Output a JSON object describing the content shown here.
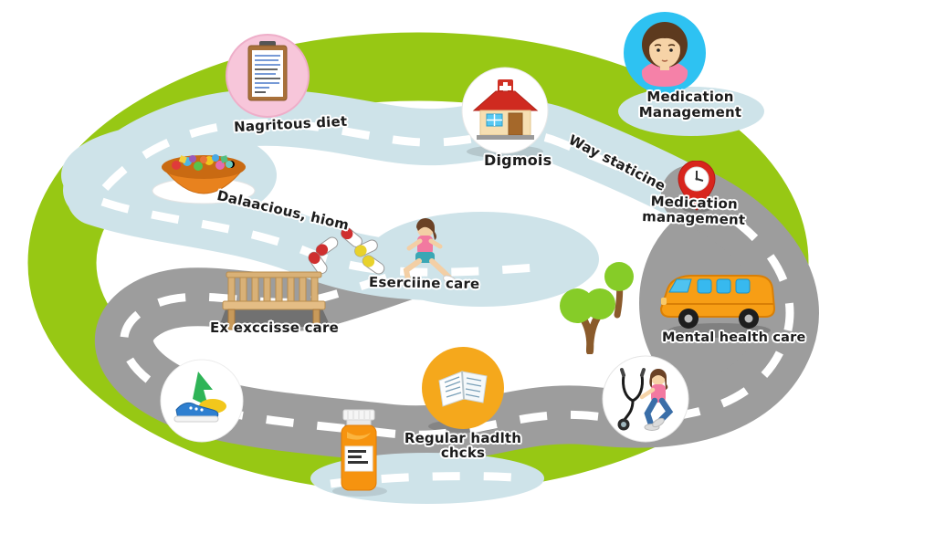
{
  "scene": {
    "type": "health-journey-roadmap-illustration",
    "background_color": "#ffffff"
  },
  "colors": {
    "ring_green": "#97c814",
    "road_gray": "#9d9d9d",
    "road_light_blue": "#cee3e9",
    "dash_white": "#ffffff",
    "label_text": "#1c1c1c",
    "badge_pink": "#f7c6da",
    "badge_blue": "#2ec2f2",
    "badge_yellow": "#f5a81c",
    "pin_red": "#d8251d",
    "van_orange": "#f79e15",
    "bottle_orange": "#f6930f",
    "tree_green": "#86cc28"
  },
  "labels": {
    "nutritious_diet": "Nagritous diet",
    "delicious_item": "Dalaacious, hiom",
    "exercise_runner": "Eserciine care",
    "exercise_bench": "Ex exccisse care",
    "diagnosis": "Digmois",
    "way_station": "Way staticine",
    "med_mgmt_top_1": "Medication",
    "med_mgmt_top_2": "Management",
    "med_mgmt_pin_1": "Medication",
    "med_mgmt_pin_2": "management",
    "mental_health": "Mental health care",
    "regular_checks_1": "Regular hadlth",
    "regular_checks_2": "chcks"
  },
  "icons": {
    "clipboard-icon": "clipboard with checklist in pink circle",
    "fruit-bowl-icon": "orange bowl of colorful food on white plate",
    "pills-icon": "scattered red/white and yellow/white capsules",
    "runner-icon": "woman in pink top lunging/running",
    "bench-icon": "wooden park bench",
    "clinic-house-icon": "clinic house with red roof and white cross",
    "woman-avatar-icon": "woman portrait in blue circle",
    "clock-pin-icon": "red map pin with clock face",
    "trees-icon": "two green trees",
    "van-icon": "orange van with blue windows",
    "open-book-icon": "open book in yellow circle",
    "stethoscope-woman-icon": "stethoscope and walking woman in white circle",
    "sneaker-arrow-icon": "sneaker with green arrow in white circle",
    "pill-bottle-icon": "orange pill bottle with white cap and label"
  }
}
